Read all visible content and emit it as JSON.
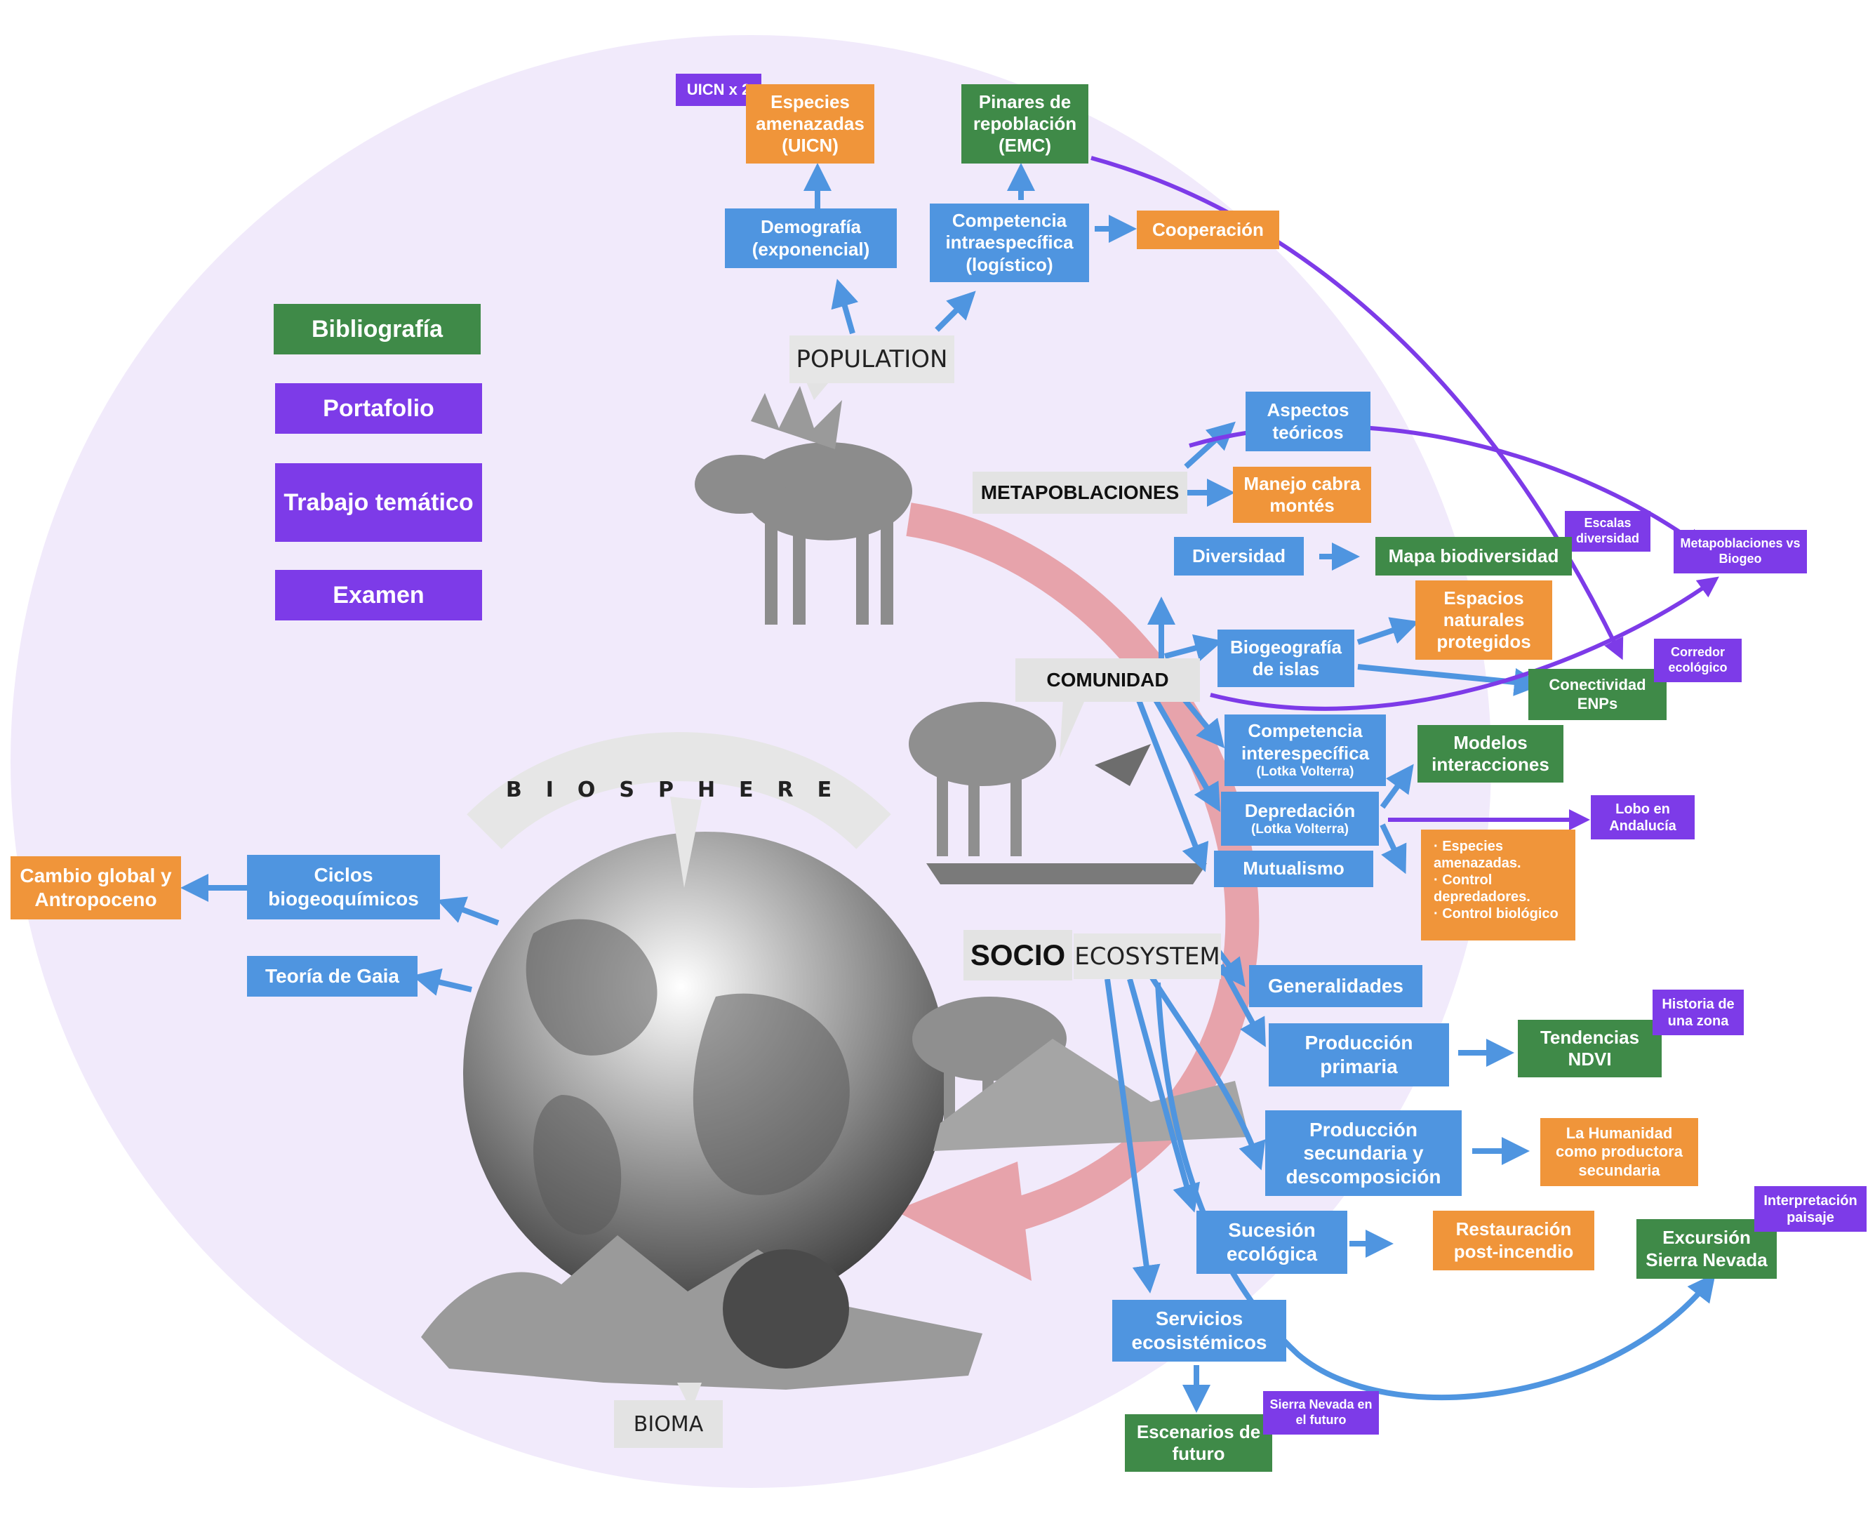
{
  "side_menu": {
    "bibliografia": "Bibliografía",
    "portafolio": "Portafolio",
    "trabajo_tematico": "Trabajo temático",
    "examen": "Examen"
  },
  "levels": {
    "population": "POPULATION",
    "metapoblaciones": "METAPOBLACIONES",
    "comunidad": "COMUNIDAD",
    "socio": "SOCIO",
    "ecosystem": "ECOSYSTEM",
    "biosphere": "BIOSPHERE",
    "bioma": "BIOMA"
  },
  "population": {
    "uicn_x2": "UICN x 2",
    "especies_amenazadas": "Especies amenazadas (UICN)",
    "pinares": "Pinares de repoblación (EMC)",
    "demografia": "Demografía (exponencial)",
    "competencia_intra": "Competencia intraespecífica (logístico)",
    "cooperacion": "Cooperación"
  },
  "metapoblaciones": {
    "aspectos": "Aspectos teóricos",
    "manejo": "Manejo cabra montés",
    "escalas": "Escalas diversidad",
    "metapob_vs_biogeo": "Metapoblaciones vs Biogeo"
  },
  "comunidad": {
    "diversidad": "Diversidad",
    "mapa_biodiversidad": "Mapa biodiversidad",
    "biogeografia": "Biogeografía de islas",
    "espacios": "Espacios naturales protegidos",
    "conectividad": "Conectividad ENPs",
    "corredor": "Corredor ecológico",
    "competencia_inter": "Competencia interespecífica",
    "competencia_inter_sub": "(Lotka Volterra)",
    "modelos": "Modelos interacciones",
    "depredacion": "Depredación",
    "depredacion_sub": "(Lotka Volterra)",
    "lobo": "Lobo en Andalucía",
    "mutualismo": "Mutualismo",
    "bullets": [
      "Especies amenazadas.",
      "Control depredadores.",
      "Control biológico"
    ]
  },
  "ecosystem": {
    "generalidades": "Generalidades",
    "produccion_primaria": "Producción primaria",
    "tendencias": "Tendencias NDVI",
    "historia": "Historia de una zona",
    "produccion_secundaria": "Producción secundaria y descomposición",
    "humanidad": "La Humanidad como productora secundaria",
    "sucesion": "Sucesión ecológica",
    "restauracion": "Restauración post-incendio",
    "excursion": "Excursión Sierra Nevada",
    "interpretacion": "Interpretación paisaje",
    "servicios": "Servicios ecosistémicos",
    "escenarios": "Escenarios de futuro",
    "sierra_futuro": "Sierra Nevada en el futuro"
  },
  "biosphere": {
    "ciclos": "Ciclos biogeoquímicos",
    "cambio_global": "Cambio global y Antropoceno",
    "gaia": "Teoría de Gaia"
  },
  "colors": {
    "blue": "#4f95e0",
    "orange": "#f0953a",
    "green": "#3f8a48",
    "purple": "#7d3be8",
    "background_circle": "#f1eafb",
    "cycle_arrow": "#e7a3ab"
  }
}
